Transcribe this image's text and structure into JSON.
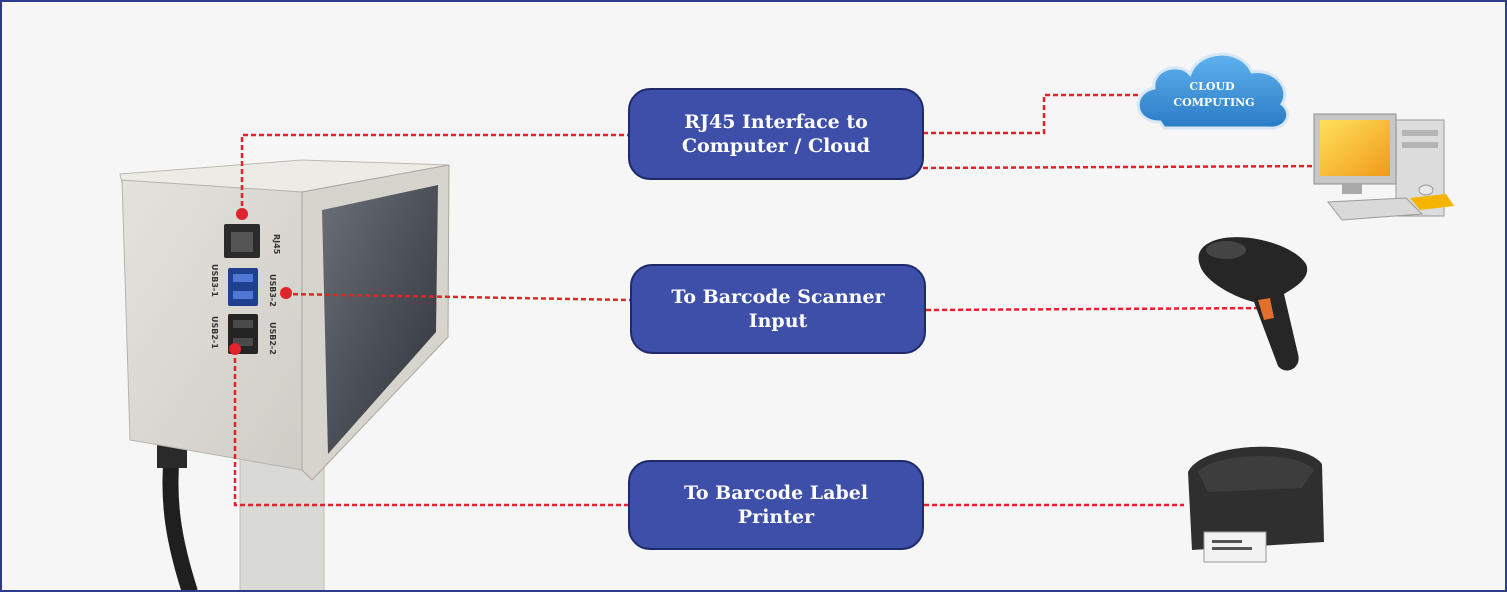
{
  "callouts": [
    {
      "id": "rj45",
      "label": "RJ45 Interface to\nComputer / Cloud"
    },
    {
      "id": "scanner",
      "label": "To Barcode Scanner\nInput"
    },
    {
      "id": "printer",
      "label": "To Barcode Label\nPrinter"
    }
  ],
  "cloud": {
    "line1": "CLOUD",
    "line2": "COMPUTING"
  },
  "device_ports": {
    "rj45": "RJ45",
    "usb3_1": "USB3-1",
    "usb3_2": "USB3-2",
    "usb2_1": "USB2-1",
    "usb2_2": "USB2-2"
  },
  "colors": {
    "frame_border": "#2e3a8c",
    "pill_fill": "#3d4fa8",
    "connector_line": "#e0242b",
    "cloud_fill": "#3a8fd6"
  },
  "icons": [
    "cloud-icon",
    "desktop-computer-icon",
    "barcode-scanner-icon",
    "label-printer-icon",
    "hmi-device-icon"
  ]
}
